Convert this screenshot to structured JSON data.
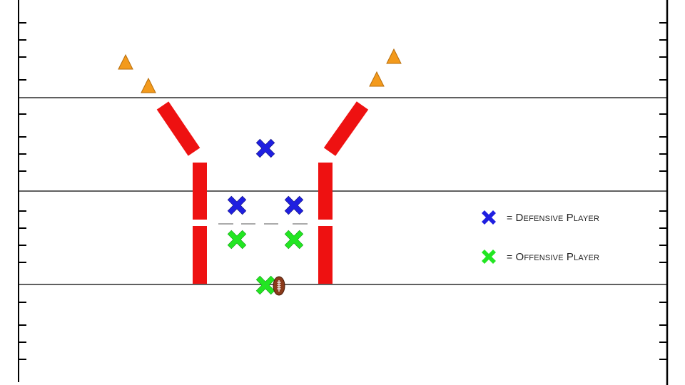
{
  "colors": {
    "defense": "#1f1fe0",
    "offense": "#22e622",
    "barrier": "#ee1111",
    "cone": "#f39a1c",
    "line": "#000000",
    "football": "#8b3a1a"
  },
  "legend": {
    "defensive": {
      "eq": "=",
      "word1_lead": "D",
      "word1_rest": "efensive",
      "word2_lead": "P",
      "word2_rest": "layer",
      "icon": "x-icon"
    },
    "offensive": {
      "eq": "=",
      "word1_lead": "O",
      "word1_rest": "ffensive",
      "word2_lead": "P",
      "word2_rest": "layer",
      "icon": "x-icon"
    }
  },
  "players": {
    "defensive_count": 3,
    "offensive_count": 3
  },
  "cones_count": 4,
  "football": {
    "icon": "football-icon"
  }
}
